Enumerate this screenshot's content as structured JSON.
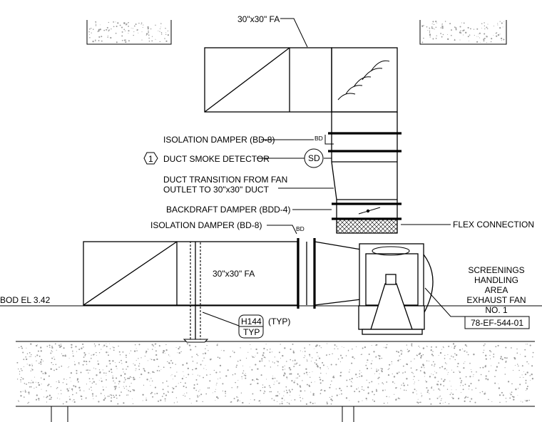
{
  "labels": {
    "fa_top": "30\"x30\" FA",
    "iso_damper_1": "ISOLATION DAMPER (BD-8)",
    "bd_tag_1": "BD",
    "smoke_note_num": "1",
    "smoke_detector": "DUCT SMOKE DETECTOR",
    "sd_tag": "SD",
    "transition_line1": "DUCT TRANSITION FROM FAN",
    "transition_line2": "OUTLET TO 30\"x30\" DUCT",
    "backdraft": "BACKDRAFT DAMPER (BDD-4)",
    "iso_damper_2": "ISOLATION DAMPER (BD-8)",
    "bd_tag_2": "BD",
    "flex": "FLEX CONNECTION",
    "fa_main": "30\"x30\" FA",
    "elevation": "BOD EL 3.42",
    "hanger_id": "H144",
    "hanger_sheet": "TYP",
    "hanger_typ": "(TYP)",
    "fan_line1": "SCREENINGS",
    "fan_line2": "HANDLING",
    "fan_line3": "AREA",
    "fan_line4": "EXHAUST FAN",
    "fan_line5": "NO. 1",
    "fan_tag": "78-EF-544-01"
  }
}
